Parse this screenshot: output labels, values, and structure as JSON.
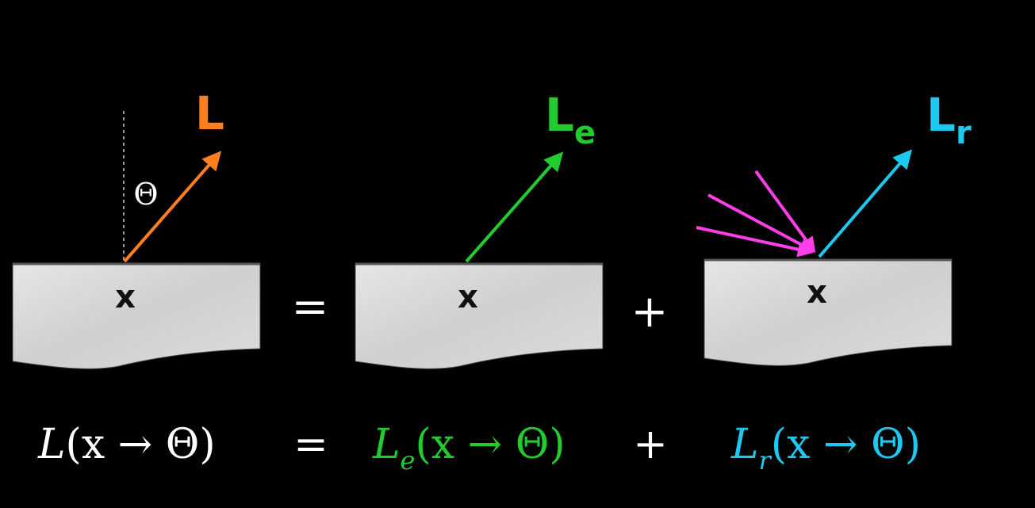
{
  "colors": {
    "background": "#000000",
    "total": "#ff7f1e",
    "emitted": "#22cc2e",
    "reflected": "#1ec8ee",
    "incoming": "#ff3ee8",
    "equation_total": "#ffffff",
    "surface_dark": "#3a3a3a",
    "surface_light": "#d8d8d8"
  },
  "panels": [
    {
      "id": "total",
      "point_label": "x",
      "arrow_label": "L",
      "arrow_subscript": "",
      "angle_label": "Θ"
    },
    {
      "id": "emitted",
      "point_label": "x",
      "arrow_label": "L",
      "arrow_subscript": "e"
    },
    {
      "id": "reflected",
      "point_label": "x",
      "arrow_label": "L",
      "arrow_subscript": "r"
    }
  ],
  "operators": {
    "equals": "=",
    "plus": "+"
  },
  "equation": {
    "total": {
      "symbol": "L",
      "subscript": "",
      "argument": "(x → Θ)"
    },
    "equals": "=",
    "emitted": {
      "symbol": "L",
      "subscript": "e",
      "argument": "(x → Θ)"
    },
    "plus": "+",
    "reflected": {
      "symbol": "L",
      "subscript": "r",
      "argument": "(x → Θ)"
    }
  }
}
